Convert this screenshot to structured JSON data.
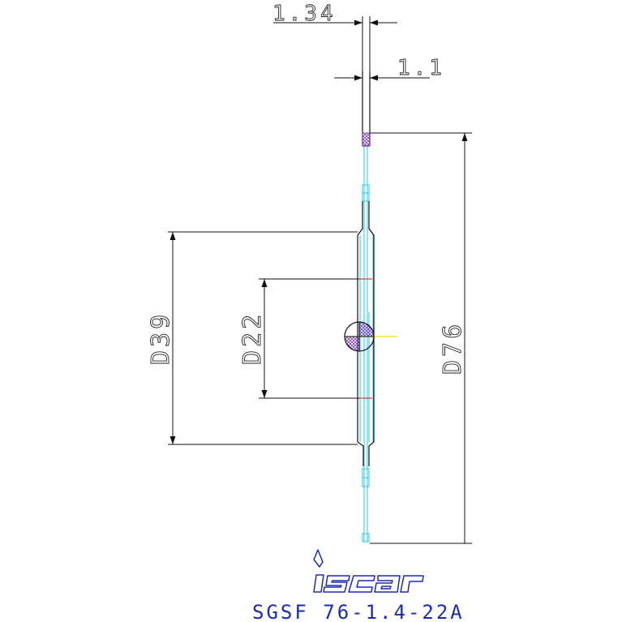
{
  "colors": {
    "outline": "#111111",
    "centerline": "#22c8e8",
    "dim_line": "#111111",
    "marker": "#e03030",
    "axis": "#f0e000",
    "hatch": "#7733cc",
    "brand": "#1a2cb5"
  },
  "dimensions": {
    "width_total": "1.34",
    "width_blade": "1.1",
    "hole_diameter": "D22",
    "hub_diameter": "D39",
    "outer_diameter": "D76"
  },
  "brand": {
    "logo": "iscar",
    "part_code": "SGSF 76-1.4-22A"
  }
}
